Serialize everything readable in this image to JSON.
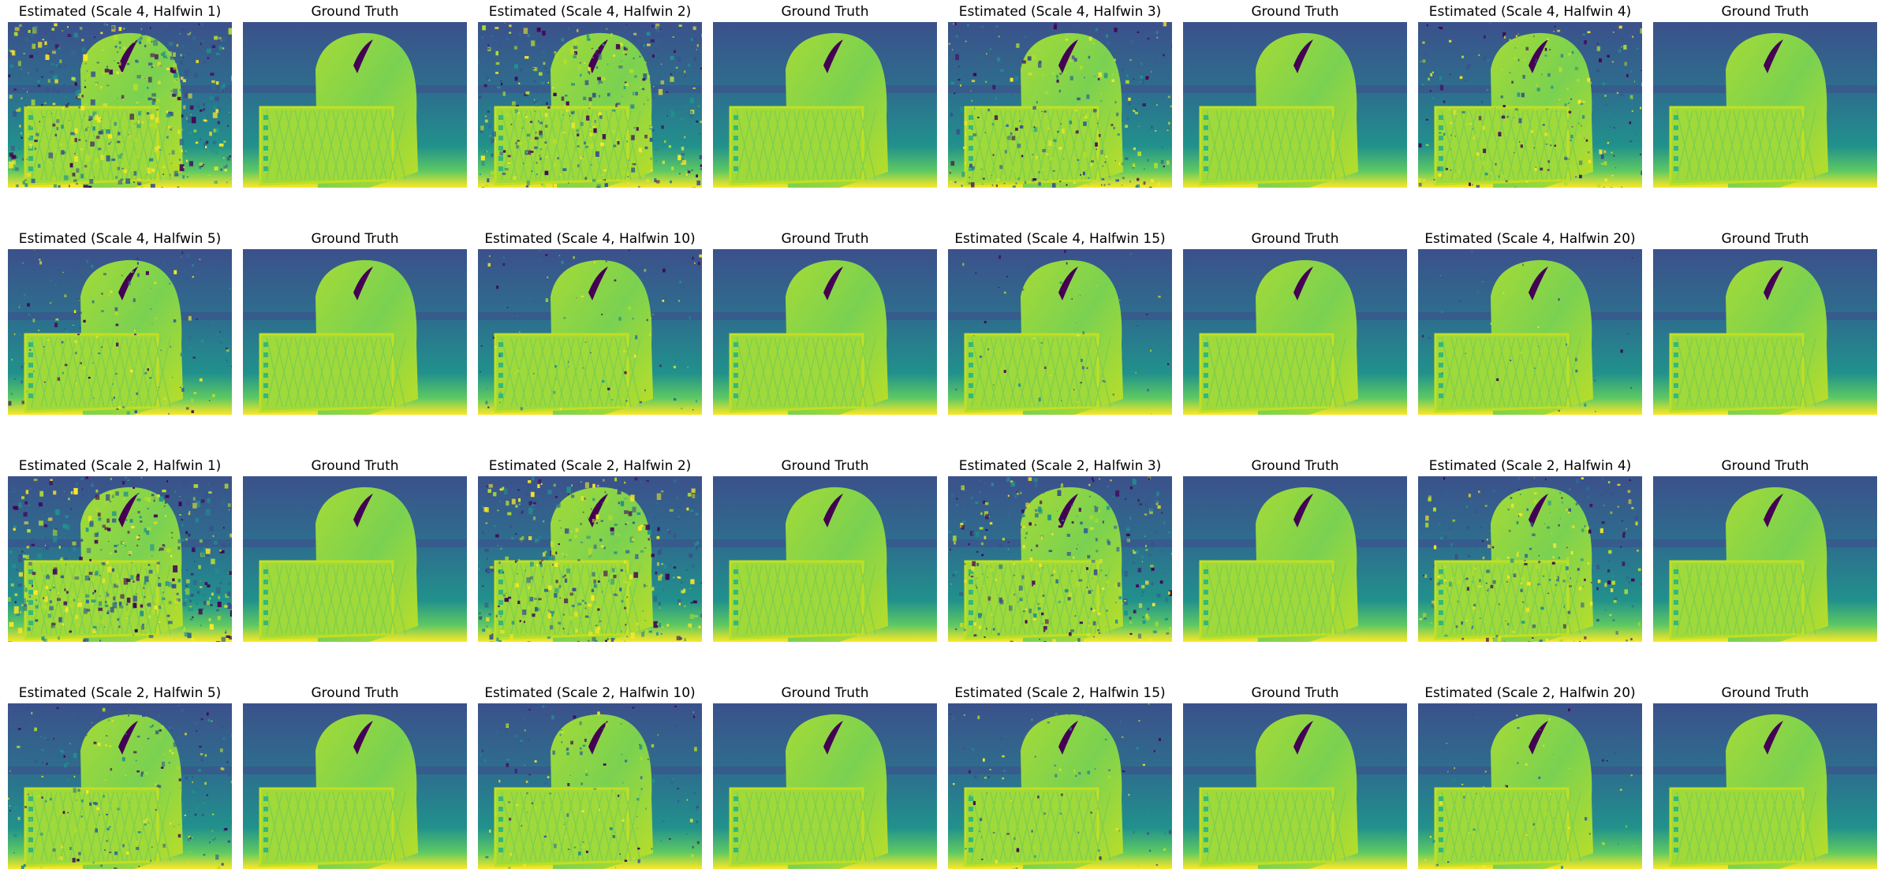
{
  "colors": {
    "background": "#ffffff",
    "viridis_dark": "#3b518b",
    "viridis_mid": "#21918c",
    "viridis_light": "#5ec962",
    "viridis_bright": "#fde725"
  },
  "panels": [
    {
      "title": "Estimated (Scale 4, Halfwin 1)",
      "kind": "estimated",
      "noise": 1.0
    },
    {
      "title": "Ground Truth",
      "kind": "ground_truth",
      "noise": 0
    },
    {
      "title": "Estimated (Scale 4, Halfwin 2)",
      "kind": "estimated",
      "noise": 0.8
    },
    {
      "title": "Ground Truth",
      "kind": "ground_truth",
      "noise": 0
    },
    {
      "title": "Estimated (Scale 4, Halfwin 3)",
      "kind": "estimated",
      "noise": 0.6
    },
    {
      "title": "Ground Truth",
      "kind": "ground_truth",
      "noise": 0
    },
    {
      "title": "Estimated (Scale 4, Halfwin 4)",
      "kind": "estimated",
      "noise": 0.5
    },
    {
      "title": "Ground Truth",
      "kind": "ground_truth",
      "noise": 0
    },
    {
      "title": "Estimated (Scale 4, Halfwin 5)",
      "kind": "estimated",
      "noise": 0.35
    },
    {
      "title": "Ground Truth",
      "kind": "ground_truth",
      "noise": 0
    },
    {
      "title": "Estimated (Scale 4, Halfwin 10)",
      "kind": "estimated",
      "noise": 0.2
    },
    {
      "title": "Ground Truth",
      "kind": "ground_truth",
      "noise": 0
    },
    {
      "title": "Estimated (Scale 4, Halfwin 15)",
      "kind": "estimated",
      "noise": 0.12
    },
    {
      "title": "Ground Truth",
      "kind": "ground_truth",
      "noise": 0
    },
    {
      "title": "Estimated (Scale 4, Halfwin 20)",
      "kind": "estimated",
      "noise": 0.08
    },
    {
      "title": "Ground Truth",
      "kind": "ground_truth",
      "noise": 0
    },
    {
      "title": "Estimated (Scale 2, Halfwin 1)",
      "kind": "estimated",
      "noise": 1.0
    },
    {
      "title": "Ground Truth",
      "kind": "ground_truth",
      "noise": 0
    },
    {
      "title": "Estimated (Scale 2, Halfwin 2)",
      "kind": "estimated",
      "noise": 0.85
    },
    {
      "title": "Ground Truth",
      "kind": "ground_truth",
      "noise": 0
    },
    {
      "title": "Estimated (Scale 2, Halfwin 3)",
      "kind": "estimated",
      "noise": 0.7
    },
    {
      "title": "Ground Truth",
      "kind": "ground_truth",
      "noise": 0
    },
    {
      "title": "Estimated (Scale 2, Halfwin 4)",
      "kind": "estimated",
      "noise": 0.55
    },
    {
      "title": "Ground Truth",
      "kind": "ground_truth",
      "noise": 0
    },
    {
      "title": "Estimated (Scale 2, Halfwin 5)",
      "kind": "estimated",
      "noise": 0.45
    },
    {
      "title": "Ground Truth",
      "kind": "ground_truth",
      "noise": 0
    },
    {
      "title": "Estimated (Scale 2, Halfwin 10)",
      "kind": "estimated",
      "noise": 0.3
    },
    {
      "title": "Ground Truth",
      "kind": "ground_truth",
      "noise": 0
    },
    {
      "title": "Estimated (Scale 2, Halfwin 15)",
      "kind": "estimated",
      "noise": 0.2
    },
    {
      "title": "Ground Truth",
      "kind": "ground_truth",
      "noise": 0
    },
    {
      "title": "Estimated (Scale 2, Halfwin 20)",
      "kind": "estimated",
      "noise": 0.12
    },
    {
      "title": "Ground Truth",
      "kind": "ground_truth",
      "noise": 0
    }
  ]
}
